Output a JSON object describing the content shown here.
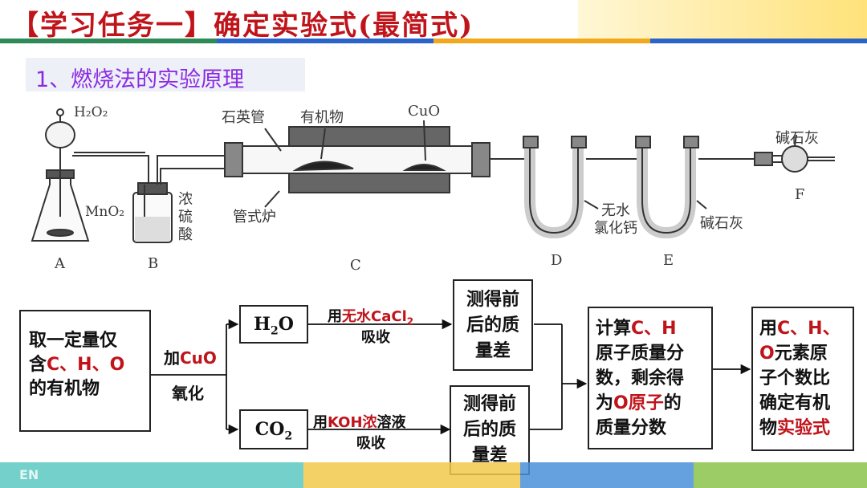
{
  "header": {
    "title": "【学习任务一】确定实验式(最简式)",
    "subtitle": "1、燃烧法的实验原理"
  },
  "apparatus": {
    "h2o2": "H₂O₂",
    "mno2": "MnO₂",
    "quartz_tube": "石英管",
    "organic": "有机物",
    "cuo": "CuO",
    "tube_furnace": "管式炉",
    "conc_h2so4": [
      "浓",
      "硫",
      "酸"
    ],
    "anhydrous_cacl2": [
      "无水",
      "氯化钙"
    ],
    "soda_lime_e": "碱石灰",
    "soda_lime_f": "碱石灰",
    "letters": {
      "a": "A",
      "b": "B",
      "c": "C",
      "d": "D",
      "e": "E",
      "f": "F"
    }
  },
  "flow": {
    "start_box": {
      "line1": "取一定量仅",
      "line2_prefix": "含",
      "line2_red": "C、H、O",
      "line3": "的有机物"
    },
    "oxidation": {
      "prefix": "加",
      "red": "CuO",
      "line2": "氧化"
    },
    "h2o_box": {
      "main": "H",
      "sub": "2",
      "tail": "O"
    },
    "co2_box": {
      "main": "CO",
      "sub": "2"
    },
    "h2o_absorb": {
      "prefix": "用",
      "red": "无水",
      "red2": "CaCl",
      "sub": "2",
      "line2": "吸收"
    },
    "co2_absorb": {
      "prefix": "用",
      "red": "KOH浓",
      "tail": "溶液",
      "line2": "吸收"
    },
    "measure_top": [
      "测得前",
      "后的质",
      "量差"
    ],
    "measure_bottom": [
      "测得前",
      "后的质",
      "量差"
    ],
    "calc_box": {
      "l1_prefix": "计算",
      "l1_red": "C、H",
      "l2": "原子质量分",
      "l3": "数，剩余得",
      "l4_prefix": "为",
      "l4_red": "O原子",
      "l4_tail": "的",
      "l5": "质量分数"
    },
    "result_box": {
      "l1_prefix": "用",
      "l1_red": "C、H、",
      "l2_red": "O",
      "l2_tail": "元素原",
      "l3": "子个数比",
      "l4": "确定有机",
      "l5_prefix": "物",
      "l5_red": "实验式"
    }
  },
  "footer": {
    "watermark": "EN"
  },
  "colors": {
    "title": "#c0141b",
    "subtitle": "#8a2be2",
    "accent_red": "#c0141b"
  }
}
